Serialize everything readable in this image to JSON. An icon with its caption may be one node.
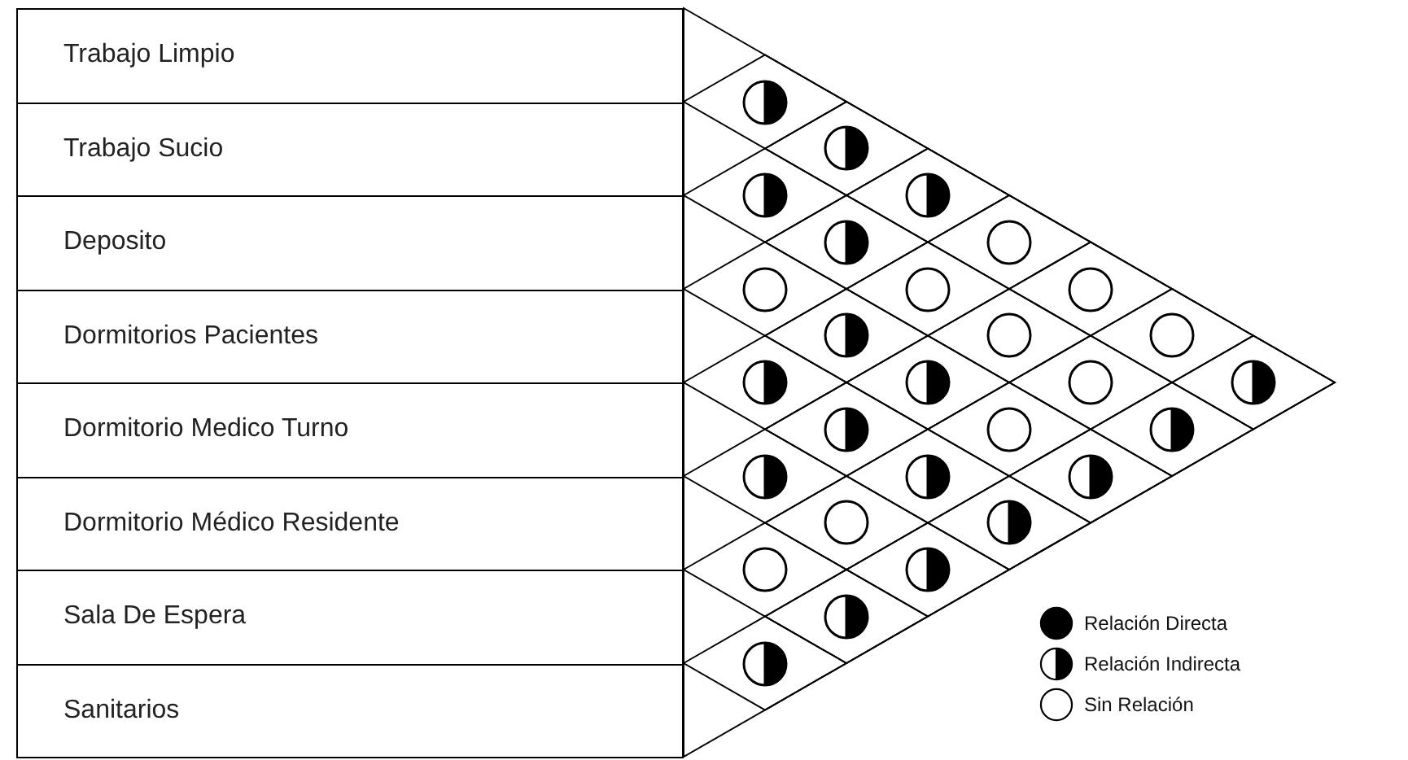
{
  "diagram": {
    "nodes": [
      {
        "text": [
          "Trabajo Limpio"
        ]
      },
      {
        "text": [
          "Trabajo Sucio"
        ]
      },
      {
        "text": [
          "Deposito"
        ]
      },
      {
        "text": [
          "Dormitorios Pacientes"
        ]
      },
      {
        "text": [
          "Dormitorio Medico Turno"
        ]
      },
      {
        "text": [
          "Dormitorio Médico Residente"
        ]
      },
      {
        "text": [
          "Sala De Espera"
        ]
      },
      {
        "text": [
          "Sanitarios"
        ]
      },
      {
        "text": [],
        "shape": "half-circle"
      },
      {
        "text": [],
        "shape": "half-circle"
      },
      {
        "text": [],
        "shape": "half-circle"
      },
      {
        "text": [],
        "shape": "half-circle"
      },
      {
        "text": [],
        "shape": "half-circle"
      },
      {
        "text": [],
        "shape": "circle"
      },
      {
        "text": [],
        "shape": "circle"
      },
      {
        "text": [],
        "shape": "circle"
      },
      {
        "text": [],
        "shape": "circle"
      },
      {
        "text": [],
        "shape": "half-circle"
      },
      {
        "text": [],
        "shape": "circle"
      },
      {
        "text": [],
        "shape": "circle"
      },
      {
        "text": [],
        "shape": "half-circle"
      },
      {
        "text": [],
        "shape": "half-circle"
      },
      {
        "text": [],
        "shape": "circle"
      },
      {
        "text": [],
        "shape": "half-circle"
      },
      {
        "text": [],
        "shape": "half-circle"
      },
      {
        "text": [],
        "shape": "circle"
      },
      {
        "text": [],
        "shape": "half-circle"
      },
      {
        "text": [],
        "shape": "half-circle"
      },
      {
        "text": [],
        "shape": "half-circle"
      },
      {
        "text": [],
        "shape": "half-circle"
      },
      {
        "text": [],
        "shape": "circle"
      },
      {
        "text": [],
        "shape": "half-circle"
      },
      {
        "text": [],
        "shape": "circle"
      },
      {
        "text": [],
        "shape": "half-circle"
      },
      {
        "text": [],
        "shape": "half-circle"
      },
      {
        "text": [],
        "shape": "half-circle"
      }
    ],
    "legend": [
      {
        "text": "Relación Directa"
      },
      {
        "text": "Relación Indirecta"
      },
      {
        "text": "Sin Relación"
      }
    ]
  }
}
